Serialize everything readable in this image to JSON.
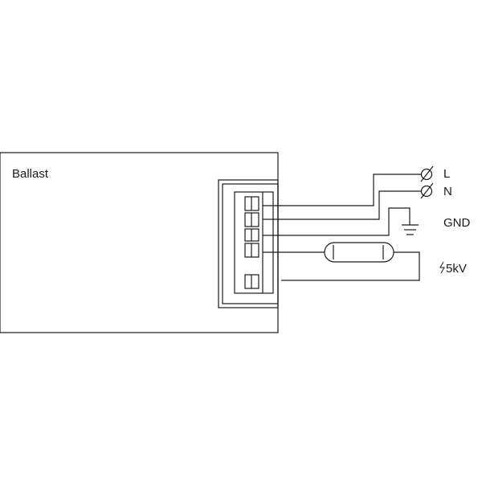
{
  "ballast": {
    "label": "Ballast"
  },
  "terminals": {
    "line": "L",
    "neutral": "N",
    "ground": "GND",
    "ignition": "5kV"
  },
  "colors": {
    "stroke": "#1a1a1a",
    "background": "#ffffff"
  }
}
